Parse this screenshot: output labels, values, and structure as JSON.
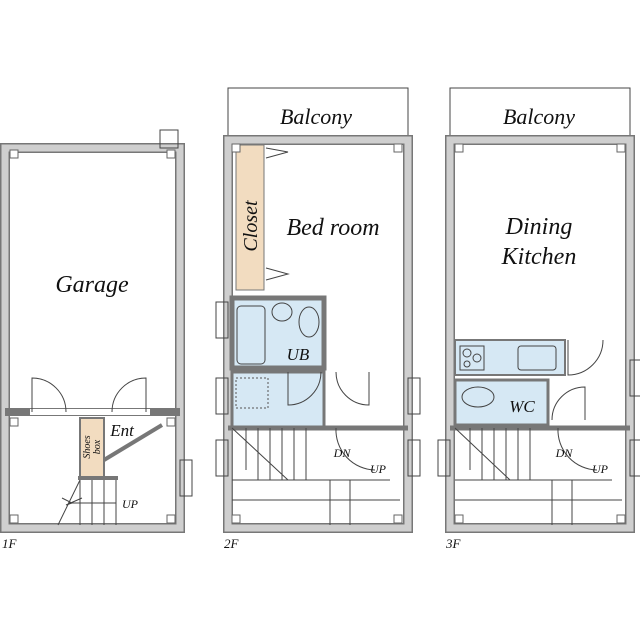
{
  "colors": {
    "wall": "#cfcfcf",
    "closet": "#f2dcc0",
    "wet_area": "#d6e8f4"
  },
  "floors": [
    {
      "label": "1F",
      "rooms": {
        "garage": "Garage",
        "entrance": "Ent",
        "shoes_box_line1": "Shoes",
        "shoes_box_line2": "box",
        "stairs": "UP"
      }
    },
    {
      "label": "2F",
      "rooms": {
        "balcony": "Balcony",
        "closet": "Closet",
        "bedroom": "Bed room",
        "bath": "UB",
        "stairs_down": "DN",
        "stairs_up": "UP"
      }
    },
    {
      "label": "3F",
      "rooms": {
        "balcony": "Balcony",
        "dining_line1": "Dining",
        "dining_line2": "Kitchen",
        "toilet": "WC",
        "stairs_down": "DN",
        "stairs_up": "UP"
      }
    }
  ]
}
